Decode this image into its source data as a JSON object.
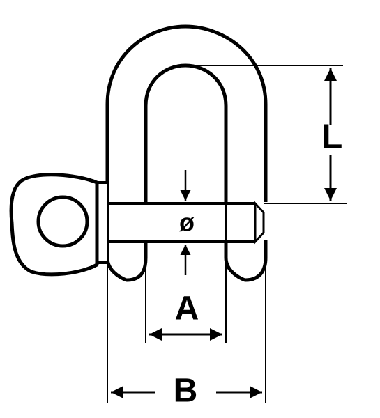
{
  "diagram": {
    "labels": {
      "length": "L",
      "pin_diameter": "ø",
      "inner_width": "A",
      "outer_width": "B"
    },
    "colors": {
      "ink": "#000000",
      "paper": "#ffffff"
    }
  }
}
